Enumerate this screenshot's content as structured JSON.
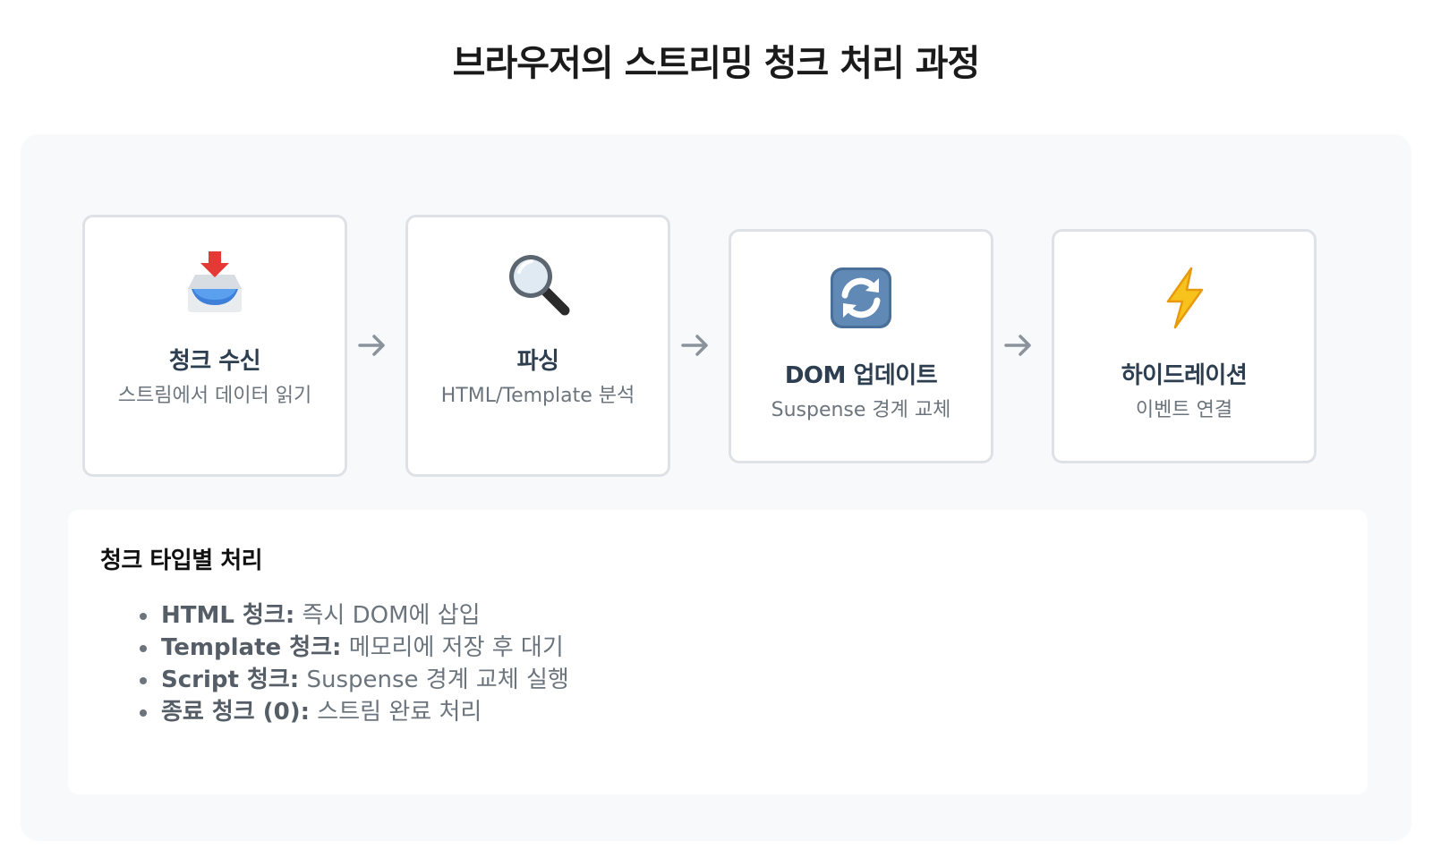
{
  "title": "브라우저의 스트리밍 청크 처리 과정",
  "steps": [
    {
      "icon": "inbox-tray-icon",
      "title": "청크 수신",
      "desc": "스트림에서 데이터 읽기"
    },
    {
      "icon": "magnifying-glass-icon",
      "title": "파싱",
      "desc": "HTML/Template 분석"
    },
    {
      "icon": "refresh-icon",
      "title": "DOM 업데이트",
      "desc": "Suspense 경계 교체"
    },
    {
      "icon": "lightning-icon",
      "title": "하이드레이션",
      "desc": "이벤트 연결"
    }
  ],
  "chunk_types": {
    "heading": "청크 타입별 처리",
    "items": [
      {
        "label": "HTML 청크:",
        "text": " 즉시 DOM에 삽입"
      },
      {
        "label": "Template 청크:",
        "text": " 메모리에 저장 후 대기"
      },
      {
        "label": "Script 청크:",
        "text": " Suspense 경계 교체 실행"
      },
      {
        "label": "종료 청크 (0):",
        "text": " 스트림 완료 처리"
      }
    ]
  },
  "colors": {
    "panel_bg": "#f8f9fa",
    "card_border": "#dee2e6",
    "step_title": "#2c3e50",
    "muted_text": "#6c757d",
    "arrow": "#8a939c"
  }
}
